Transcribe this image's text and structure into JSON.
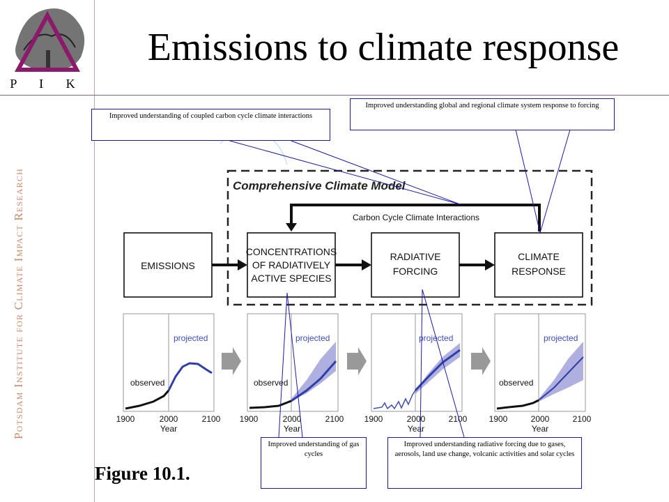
{
  "slide": {
    "title": "Emissions to climate response",
    "sidebar_text": "Potsdam Institute for Climate Impact Research",
    "logo_letters": "P I K",
    "figure_label": "Figure 10.1."
  },
  "diagram": {
    "model_label": "Comprehensive Climate Model",
    "feedback_label": "Carbon Cycle Climate Interactions",
    "boxes": [
      {
        "lines": [
          "EMISSIONS"
        ]
      },
      {
        "lines": [
          "CONCENTRATIONS",
          "OF RADIATIVELY",
          "ACTIVE SPECIES"
        ]
      },
      {
        "lines": [
          "RADIATIVE",
          "FORCING"
        ]
      },
      {
        "lines": [
          "CLIMATE",
          "RESPONSE"
        ]
      }
    ],
    "panel_text": {
      "observed": "observed",
      "projected": "projected",
      "ticks": [
        "1900",
        "2000",
        "2100"
      ],
      "xlabel": "Year"
    }
  },
  "callouts": {
    "carbon_cycle": "Improved understanding of coupled carbon cycle climate interactions",
    "climate_response": "Improved understanding global and regional climate system response to forcing",
    "gas_cycles": "Improved understanding of gas cycles",
    "radiative_forcing": "Improved understanding radiative forcing  due to gases, aerosols, land use change, volcanic activities and solar cycles"
  },
  "colors": {
    "callout_border": "#1a1aa8",
    "projection_line": "#2f3fa8",
    "projection_band": "#9b9bd8",
    "sidebar_text": "#c98a6a",
    "logo_triangle": "#8b1a6b"
  }
}
